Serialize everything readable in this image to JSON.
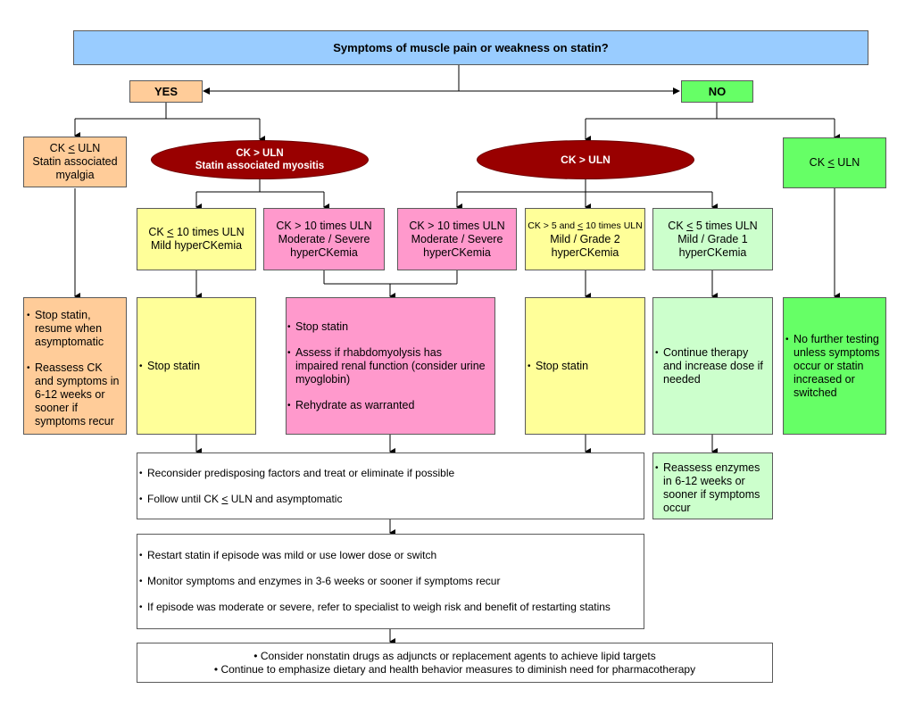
{
  "title": "Symptoms of muscle pain or weakness on statin?",
  "branches": {
    "yes_label": "YES",
    "no_label": "NO"
  },
  "yes_branch": {
    "ck_normal": {
      "line1": "CK < ULN",
      "line2": "Statin associated",
      "line3": "myalgia",
      "actions": [
        "Stop statin, resume when asymptomatic",
        "Reassess CK and symptoms in 6-12 weeks or sooner if symptoms recur"
      ]
    },
    "ck_elevated": {
      "line1": "CK > ULN",
      "line2": "Statin associated myositis"
    },
    "mild": {
      "line1": "CK < 10 times ULN",
      "line2": "Mild hyperCKemia",
      "actions": [
        "Stop statin"
      ]
    },
    "moderate_severe": {
      "line1": "CK > 10 times ULN",
      "line2": "Moderate / Severe",
      "line3": "hyperCKemia"
    }
  },
  "no_branch": {
    "ck_elevated": {
      "line1": "CK > ULN"
    },
    "moderate_severe": {
      "line1": "CK > 10 times ULN",
      "line2": "Moderate / Severe",
      "line3": "hyperCKemia"
    },
    "grade2": {
      "line1": "CK > 5 and < 10 times ULN",
      "line2": "Mild / Grade 2",
      "line3": "hyperCKemia",
      "actions": [
        "Stop statin"
      ]
    },
    "grade1": {
      "line1": "CK < 5 times ULN",
      "line2": "Mild / Grade 1",
      "line3": "hyperCKemia",
      "actions": [
        "Continue therapy and increase dose if needed"
      ],
      "followup": [
        "Reassess enzymes in 6-12 weeks or sooner if symptoms occur"
      ]
    },
    "ck_normal": {
      "line1": "CK < ULN",
      "actions": [
        "No further testing unless symptoms occur or statin increased or switched"
      ]
    }
  },
  "severe_actions": [
    "Stop statin",
    "Assess if rhabdomyolysis has impaired renal function (consider urine myoglobin)",
    "Rehydrate as warranted"
  ],
  "reconsider": [
    "Reconsider predisposing factors and treat or eliminate if possible",
    "Follow until CK < ULN and asymptomatic"
  ],
  "restart": [
    "Restart statin if episode was mild or use lower dose or switch",
    "Monitor symptoms and enzymes in 3-6 weeks or sooner if symptoms recur",
    "If episode was moderate or severe, refer to specialist to weigh risk and benefit of restarting statins"
  ],
  "final": [
    "Consider nonstatin drugs as adjuncts or replacement agents to achieve lipid targets",
    "Continue to emphasize dietary and health behavior measures to diminish need for pharmacotherapy"
  ],
  "colors": {
    "question": "#99ccff",
    "yes": "#ffcc99",
    "no": "#66ff66",
    "ellipse": "#990000",
    "mild": "#ffff99",
    "severe": "#ff99cc",
    "grade1": "#ccffcc"
  }
}
